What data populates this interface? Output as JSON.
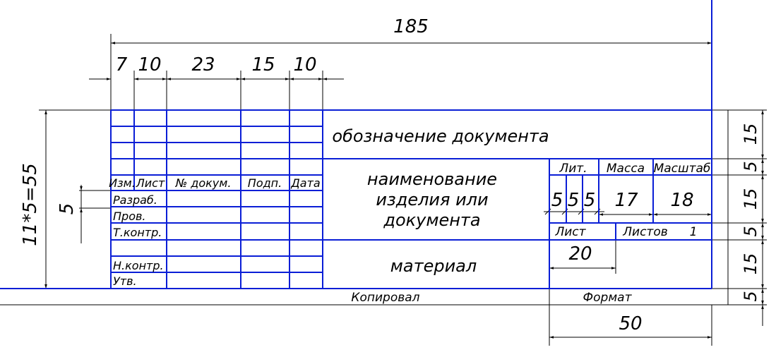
{
  "colors": {
    "frame": "#0a1ed6",
    "dimension": "#000000",
    "background": "#ffffff"
  },
  "dimensions": {
    "overall_width": "185",
    "col_izm": "7",
    "col_list": "10",
    "col_docum": "23",
    "col_podp": "15",
    "col_data": "10",
    "overall_height": "11*5=55",
    "row_height": "5",
    "lit_cell_1": "5",
    "lit_cell_2": "5",
    "lit_cell_3": "5",
    "mass_width": "17",
    "scale_width": "18",
    "list_width": "20",
    "right_block_width": "50",
    "right_rows": [
      "15",
      "5",
      "15",
      "5",
      "15",
      "5"
    ]
  },
  "table": {
    "header": {
      "izm": "Изм.",
      "list": "Лист",
      "docum": "№ докум.",
      "podp": "Подп.",
      "data": "Дата"
    },
    "roles": {
      "razrab": "Разраб.",
      "prov": "Пров.",
      "tkontr": "Т.контр.",
      "nkontr": "Н.контр.",
      "utv": "Утв."
    }
  },
  "fields": {
    "designation": "обозначение документа",
    "name_line1": "наименование",
    "name_line2": "изделия или",
    "name_line3": "документа",
    "material": "материал",
    "lit": "Лит.",
    "mass": "Масса",
    "scale": "Масштаб",
    "sheet": "Лист",
    "sheets": "Листов",
    "sheets_count": "1",
    "copied": "Копировал",
    "format": "Формат"
  }
}
